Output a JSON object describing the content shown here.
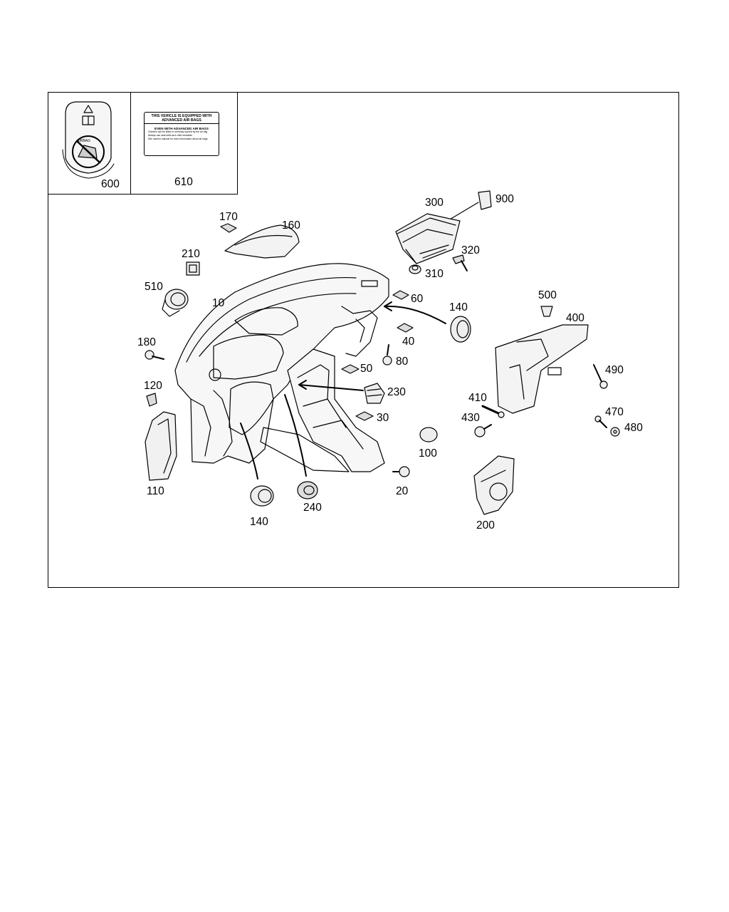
{
  "sticker": {
    "line1": "THIS VEHICLE IS EQUIPPED WITH ADVANCED AIR BAGS",
    "line2": "EVEN WITH ADVANCED AIR BAGS",
    "bullets": [
      "Children can be killed or seriously injured by the air bag",
      "Always use seat belts and child restraints",
      "See owners manual for more information about air bags"
    ]
  },
  "airbag_warning_text": "AIRBAG",
  "callouts": [
    {
      "id": "600",
      "text": "600"
    },
    {
      "id": "610",
      "text": "610"
    },
    {
      "id": "900",
      "text": "900"
    },
    {
      "id": "300",
      "text": "300"
    },
    {
      "id": "170",
      "text": "170"
    },
    {
      "id": "160",
      "text": "160"
    },
    {
      "id": "320",
      "text": "320"
    },
    {
      "id": "210",
      "text": "210"
    },
    {
      "id": "310",
      "text": "310"
    },
    {
      "id": "510",
      "text": "510"
    },
    {
      "id": "60",
      "text": "60"
    },
    {
      "id": "10",
      "text": "10"
    },
    {
      "id": "140a",
      "text": "140"
    },
    {
      "id": "500",
      "text": "500"
    },
    {
      "id": "400",
      "text": "400"
    },
    {
      "id": "40",
      "text": "40"
    },
    {
      "id": "180",
      "text": "180"
    },
    {
      "id": "80",
      "text": "80"
    },
    {
      "id": "50",
      "text": "50"
    },
    {
      "id": "490",
      "text": "490"
    },
    {
      "id": "120",
      "text": "120"
    },
    {
      "id": "230",
      "text": "230"
    },
    {
      "id": "410",
      "text": "410"
    },
    {
      "id": "470",
      "text": "470"
    },
    {
      "id": "30",
      "text": "30"
    },
    {
      "id": "430",
      "text": "430"
    },
    {
      "id": "480",
      "text": "480"
    },
    {
      "id": "100",
      "text": "100"
    },
    {
      "id": "20",
      "text": "20"
    },
    {
      "id": "110",
      "text": "110"
    },
    {
      "id": "240",
      "text": "240"
    },
    {
      "id": "140b",
      "text": "140"
    },
    {
      "id": "200",
      "text": "200"
    }
  ]
}
